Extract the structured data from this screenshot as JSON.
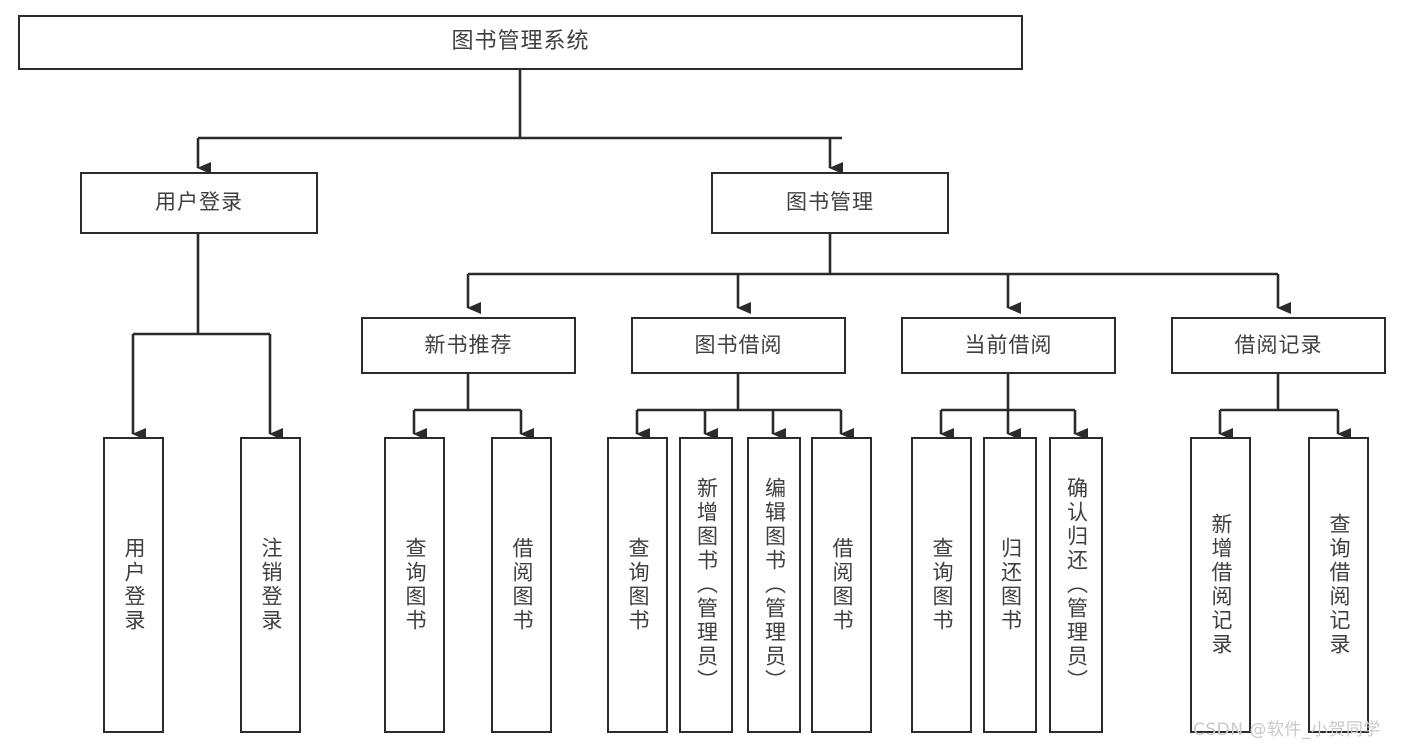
{
  "diagram": {
    "title": "图书管理系统",
    "type": "function-structure-tree",
    "orientation": "top-down",
    "root": {
      "label": "图书管理系统"
    },
    "level1": [
      {
        "id": "user-login",
        "label": "用户登录"
      },
      {
        "id": "book-management",
        "label": "图书管理"
      }
    ],
    "level2": [
      {
        "id": "new-book-recommend",
        "label": "新书推荐",
        "parent": "book-management"
      },
      {
        "id": "book-borrow",
        "label": "图书借阅",
        "parent": "book-management"
      },
      {
        "id": "current-borrow",
        "label": "当前借阅",
        "parent": "book-management"
      },
      {
        "id": "borrow-record",
        "label": "借阅记录",
        "parent": "book-management"
      }
    ],
    "leaves": [
      {
        "id": "leaf-user-login",
        "label": "用户登录",
        "parent": "user-login"
      },
      {
        "id": "leaf-user-logout",
        "label": "注销登录",
        "parent": "user-login"
      },
      {
        "id": "leaf-query-book-1",
        "label": "查询图书",
        "parent": "new-book-recommend"
      },
      {
        "id": "leaf-borrow-book-1",
        "label": "借阅图书",
        "parent": "new-book-recommend"
      },
      {
        "id": "leaf-query-book-2",
        "label": "查询图书",
        "parent": "book-borrow"
      },
      {
        "id": "leaf-add-book",
        "label": "新增图书（管理员）",
        "parent": "book-borrow"
      },
      {
        "id": "leaf-edit-book",
        "label": "编辑图书（管理员）",
        "parent": "book-borrow"
      },
      {
        "id": "leaf-borrow-book-2",
        "label": "借阅图书",
        "parent": "book-borrow"
      },
      {
        "id": "leaf-query-book-3",
        "label": "查询图书",
        "parent": "current-borrow"
      },
      {
        "id": "leaf-return-book",
        "label": "归还图书",
        "parent": "current-borrow"
      },
      {
        "id": "leaf-confirm-return",
        "label": "确认归还（管理员）",
        "parent": "current-borrow"
      },
      {
        "id": "leaf-add-record",
        "label": "新增借阅记录",
        "parent": "borrow-record"
      },
      {
        "id": "leaf-query-record",
        "label": "查询借阅记录",
        "parent": "borrow-record"
      }
    ]
  },
  "watermark": {
    "text": "CSDN @软件_小贺同学"
  },
  "colors": {
    "background": "#ffffff",
    "box_border": "#2b2b2b",
    "box_fill": "#ffffff",
    "text": "#3f3f3f",
    "connector": "#2b2b2b",
    "watermark": "#c9c9c9"
  }
}
